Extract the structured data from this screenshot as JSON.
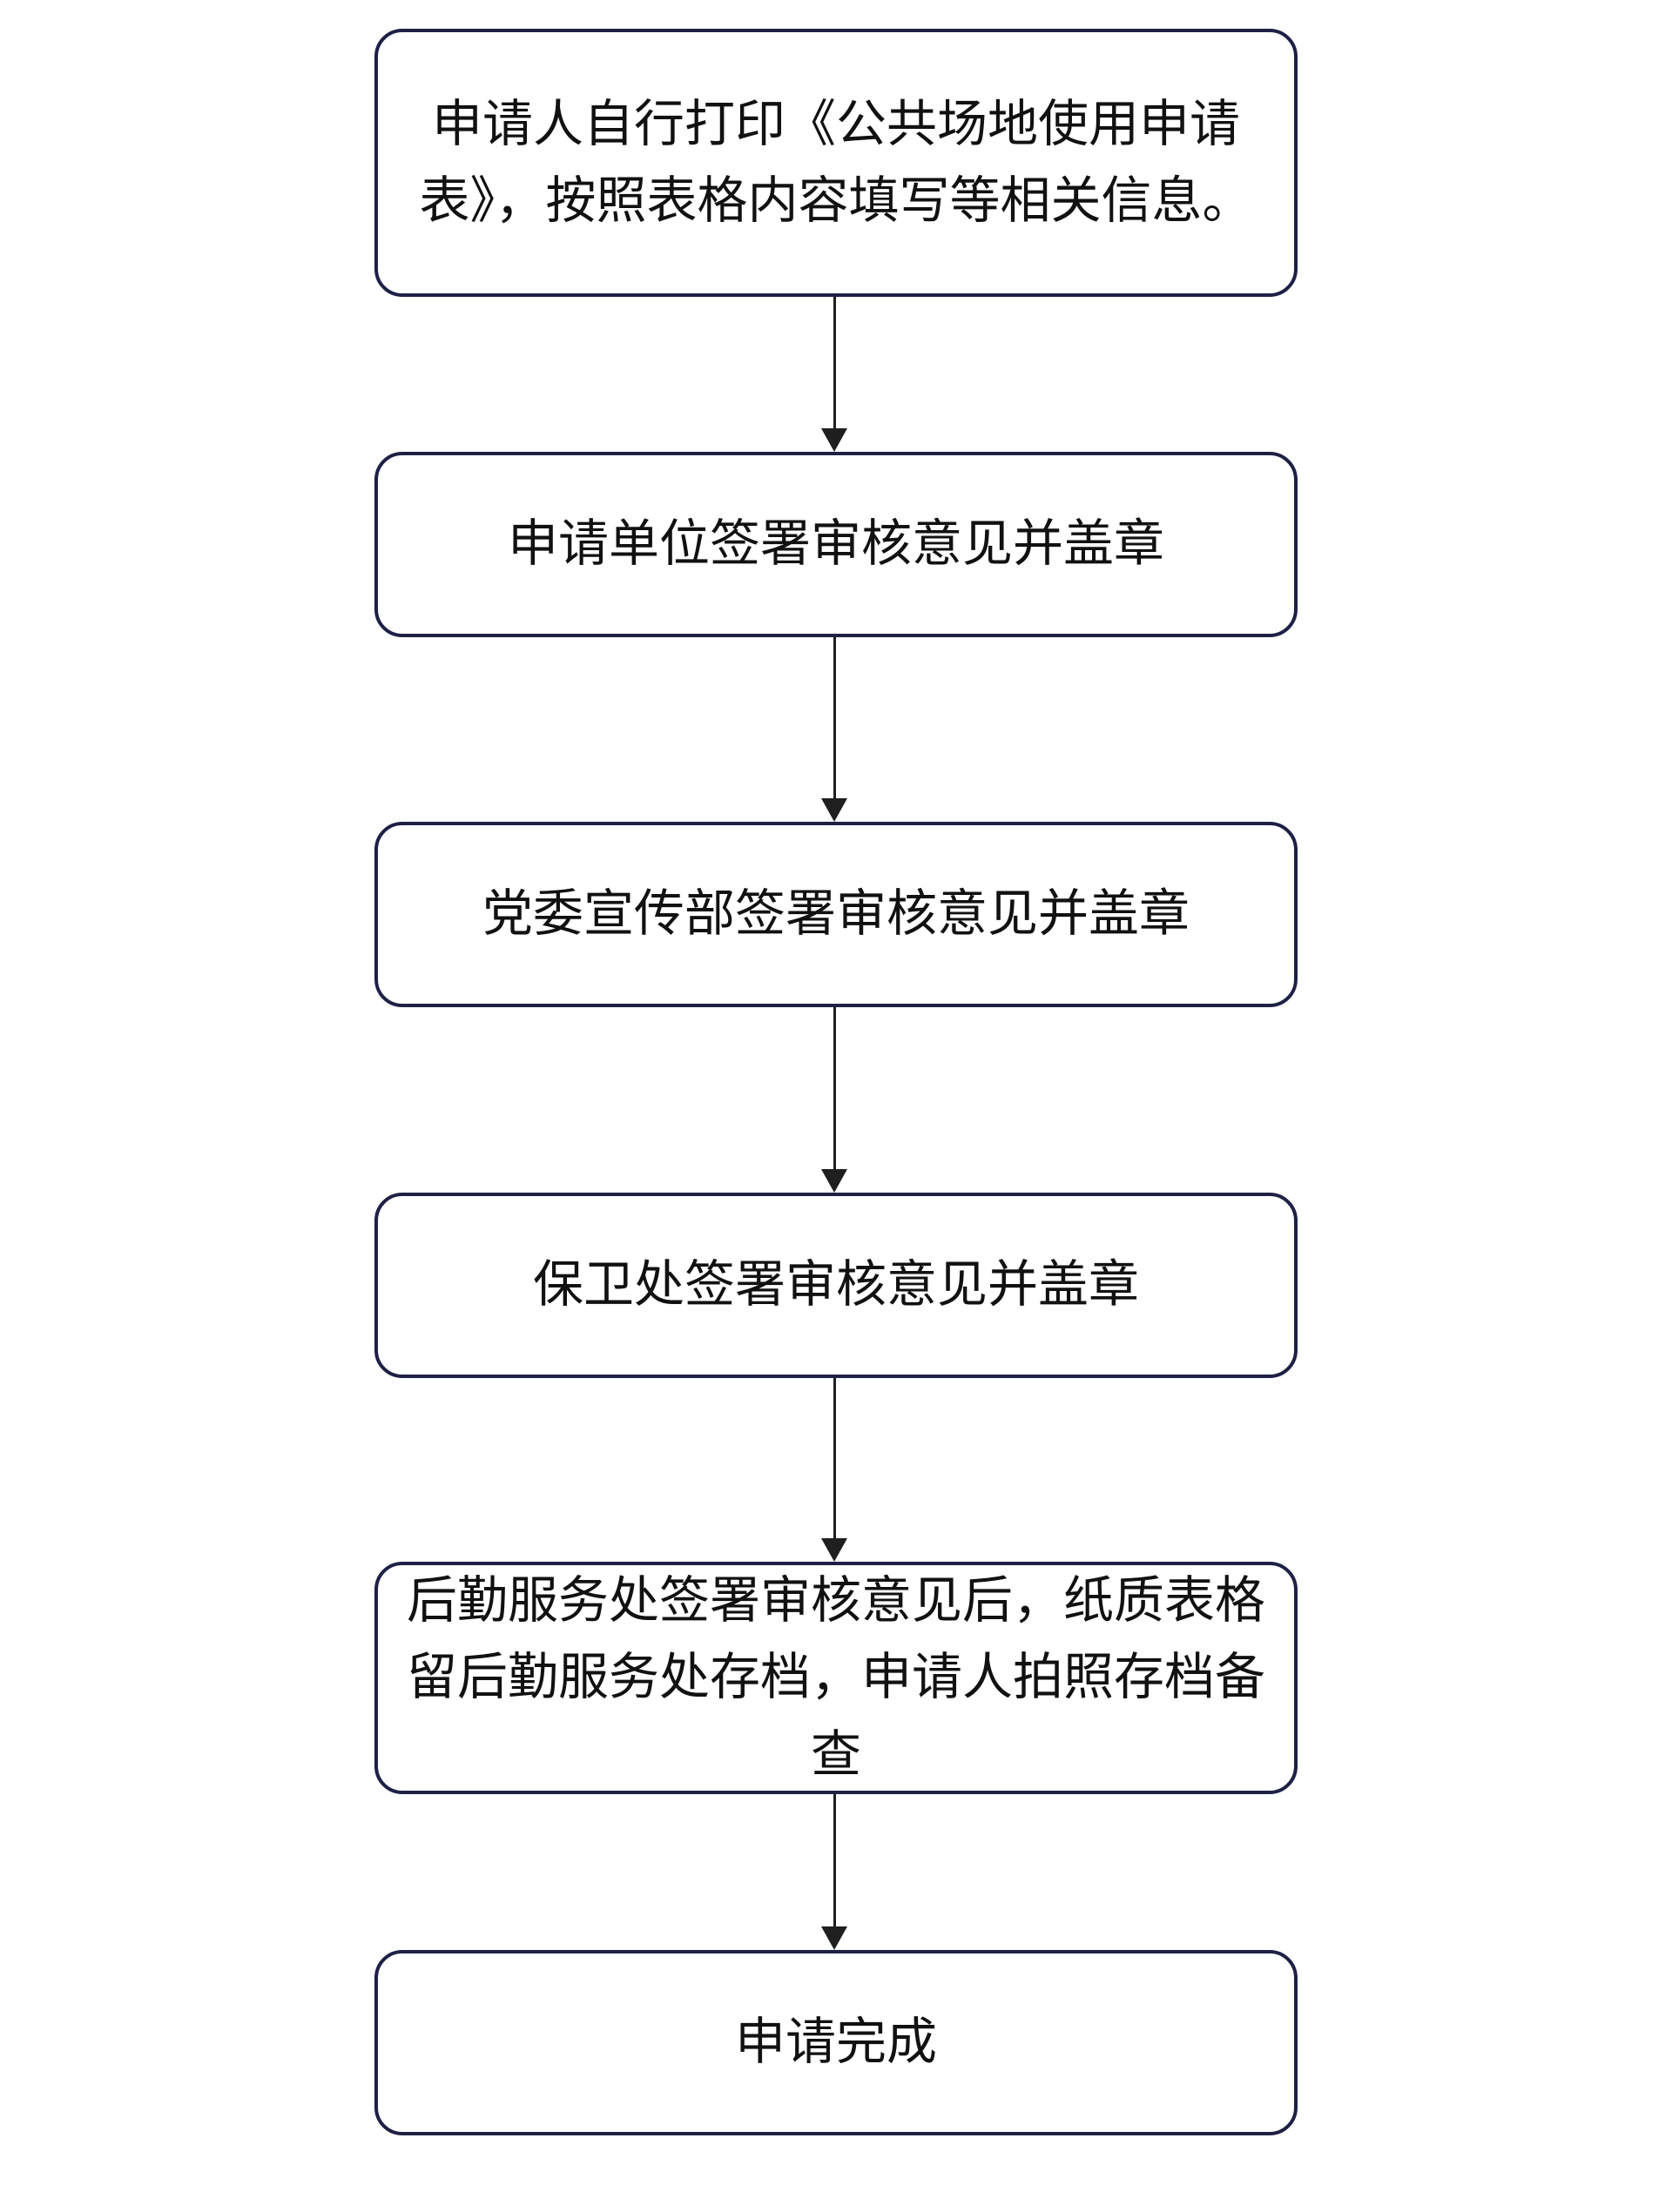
{
  "diagram": {
    "type": "flowchart",
    "direction": "top-down",
    "colors": {
      "node_border": "#1e2145",
      "node_fill": "#ffffff",
      "text": "#111111",
      "arrow": "#1f1f1f",
      "page_bg": "#ffffff"
    },
    "nodes": [
      {
        "id": "step-1",
        "text": "申请人自行打印《公共场地使用申请表》，按照表格内容填写等相关信息。"
      },
      {
        "id": "step-2",
        "text": "申请单位签署审核意见并盖章"
      },
      {
        "id": "step-3",
        "text": "党委宣传部签署审核意见并盖章"
      },
      {
        "id": "step-4",
        "text": "保卫处签署审核意见并盖章"
      },
      {
        "id": "step-5",
        "text": "后勤服务处签署审核意见后，纸质表格留后勤服务处存档，申请人拍照存档备查"
      },
      {
        "id": "step-6",
        "text": "申请完成"
      }
    ],
    "edges": [
      {
        "from": "step-1",
        "to": "step-2"
      },
      {
        "from": "step-2",
        "to": "step-3"
      },
      {
        "from": "step-3",
        "to": "step-4"
      },
      {
        "from": "step-4",
        "to": "step-5"
      },
      {
        "from": "step-5",
        "to": "step-6"
      }
    ]
  }
}
